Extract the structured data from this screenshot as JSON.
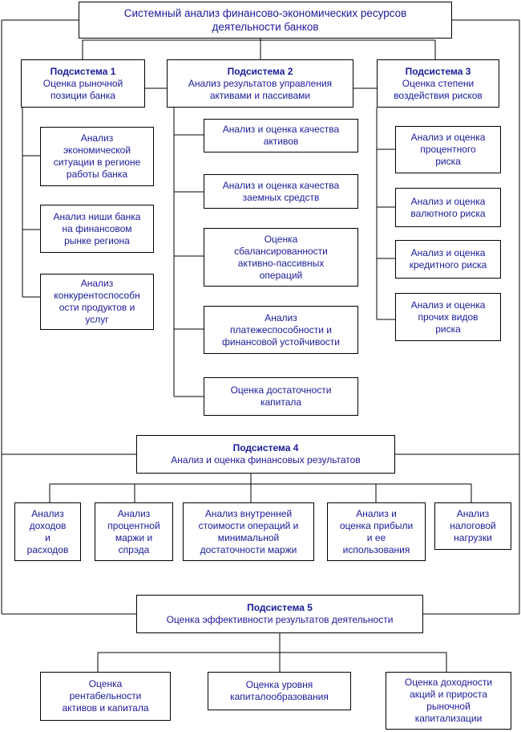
{
  "root": {
    "line1": "Системный анализ финансово-экономических ресурсов",
    "line2": "деятельности банков"
  },
  "sub1": {
    "title": "Подсистема 1",
    "name": [
      "Оценка рыночной",
      "позиции банка"
    ],
    "items": [
      [
        "Анализ",
        "экономической",
        "ситуации в регионе",
        "работы банка"
      ],
      [
        "Анализ ниши банка",
        "на финансовом",
        "рынке региона"
      ],
      [
        "Анализ",
        "конкурентоспособн",
        "ости продуктов и",
        "услуг"
      ]
    ]
  },
  "sub2": {
    "title": "Подсистема 2",
    "name": [
      "Анализ результатов управления",
      "активами и пассивами"
    ],
    "items": [
      [
        "Анализ и оценка качества",
        "активов"
      ],
      [
        "Анализ и оценка качества",
        "заемных средств"
      ],
      [
        "Оценка",
        "сбалансированности",
        "активно-пассивных",
        "операций"
      ],
      [
        "Анализ",
        "платежеспособности и",
        "финансовой устойчивости"
      ],
      [
        "Оценка достаточности",
        "капитала"
      ]
    ]
  },
  "sub3": {
    "title": "Подсистема 3",
    "name": [
      "Оценка степени",
      "воздействия рисков"
    ],
    "items": [
      [
        "Анализ и оценка",
        "процентного",
        "риска"
      ],
      [
        "Анализ и оценка",
        "валютного риска"
      ],
      [
        "Анализ и оценка",
        "кредитного риска"
      ],
      [
        "Анализ и оценка",
        "прочих видов",
        "риска"
      ]
    ]
  },
  "sub4": {
    "title": "Подсистема 4",
    "name": [
      "Анализ и оценка финансовых результатов"
    ],
    "items": [
      [
        "Анализ",
        "доходов",
        "и",
        "расходов"
      ],
      [
        "Анализ",
        "процентной",
        "маржи и",
        "спрэда"
      ],
      [
        "Анализ внутренней",
        "стоимости операций и",
        "минимальной",
        "достаточности маржи"
      ],
      [
        "Анализ и",
        "оценка прибыли",
        "и ее",
        "использования"
      ],
      [
        "Анализ",
        "налоговой",
        "нагрузки"
      ]
    ]
  },
  "sub5": {
    "title": "Подсистема 5",
    "name": [
      "Оценка эффективности результатов деятельности"
    ],
    "items": [
      [
        "Оценка",
        "рентабельности",
        "активов и капитала"
      ],
      [
        "Оценка уровня",
        "капиталообразования"
      ],
      [
        "Оценка доходности",
        "акций и прироста",
        "рыночной",
        "капитализации"
      ]
    ]
  }
}
